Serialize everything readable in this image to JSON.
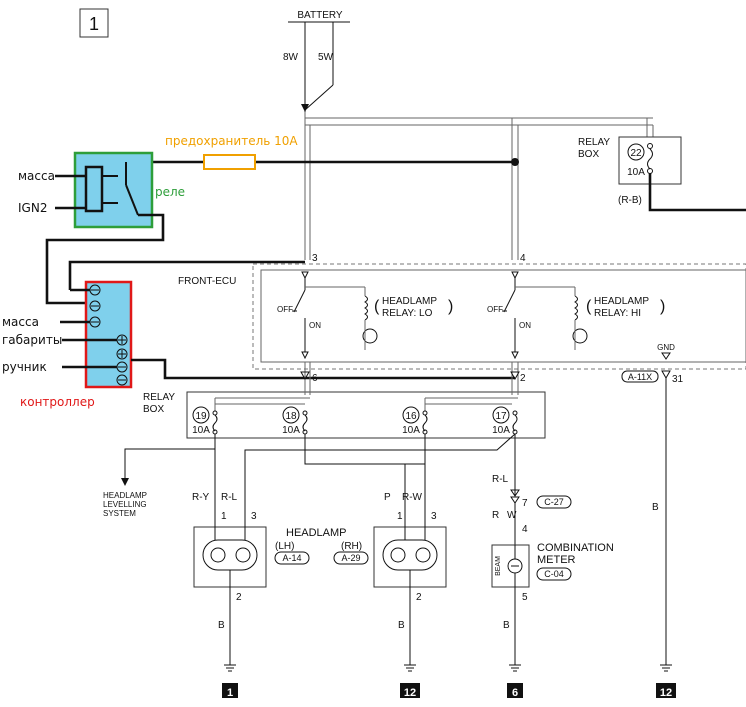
{
  "diagram_number": "1",
  "battery": {
    "label": "BATTERY",
    "fuse_a": "8W",
    "fuse_b": "5W"
  },
  "relay_box_top": {
    "label_line1": "RELAY",
    "label_line2": "BOX",
    "fuse_id": "22",
    "fuse_rating": "10A",
    "connector": "(R-B)"
  },
  "added_fuse_label": "предохранитель 10A",
  "relay_label": "реле",
  "relay_inputs": [
    "масса",
    "IGN2"
  ],
  "controller_label": "контроллер",
  "controller_inputs": [
    "масса",
    "габариты",
    "ручник"
  ],
  "front_ecu": {
    "label": "FRONT-ECU",
    "pin_lo": "3",
    "pin_hi": "4",
    "pin_out_lo": "6",
    "pin_out_hi": "2",
    "off": "OFF",
    "on": "ON",
    "relay_lo_line1": "HEADLAMP",
    "relay_lo_line2": "RELAY: LO",
    "relay_hi_line1": "HEADLAMP",
    "relay_hi_line2": "RELAY: HI",
    "gnd": "GND",
    "gnd_pin": "31",
    "gnd_connector": "A-11X"
  },
  "relay_box_bottom": {
    "label_line1": "RELAY",
    "label_line2": "BOX",
    "fuses": [
      {
        "id": "19",
        "rating": "10A"
      },
      {
        "id": "18",
        "rating": "10A"
      },
      {
        "id": "16",
        "rating": "10A"
      },
      {
        "id": "17",
        "rating": "10A"
      }
    ]
  },
  "levelling": {
    "line1": "HEADLAMP",
    "line2": "LEVELLING",
    "line3": "SYSTEM"
  },
  "wires": {
    "ry": "R-Y",
    "rl": "R-L",
    "p": "P",
    "rw": "R-W",
    "rl2": "R-L",
    "r": "R",
    "w": "W",
    "b": "B"
  },
  "headlamp": {
    "label": "HEADLAMP",
    "lh": "(LH)",
    "rh": "(RH)",
    "conn_lh": "A-14",
    "conn_rh": "A-29",
    "pin1": "1",
    "pin3": "3",
    "pin2": "2"
  },
  "meter": {
    "label_line1": "COMBINATION",
    "label_line2": "METER",
    "connector": "C-04",
    "beam": "BEAM",
    "conn_in": "C-27",
    "pin_in": "7",
    "pin_4": "4",
    "pin_5": "5"
  },
  "grounds": [
    "1",
    "12",
    "6",
    "12"
  ],
  "colors": {
    "relay_fill": "#7fd0ec",
    "relay_border": "#2e9e3a",
    "controller_fill": "#7fd0ec",
    "controller_border": "#e01818",
    "fuse_text": "#f0a000",
    "relay_text": "#2e9e3a",
    "controller_text": "#e01818"
  }
}
